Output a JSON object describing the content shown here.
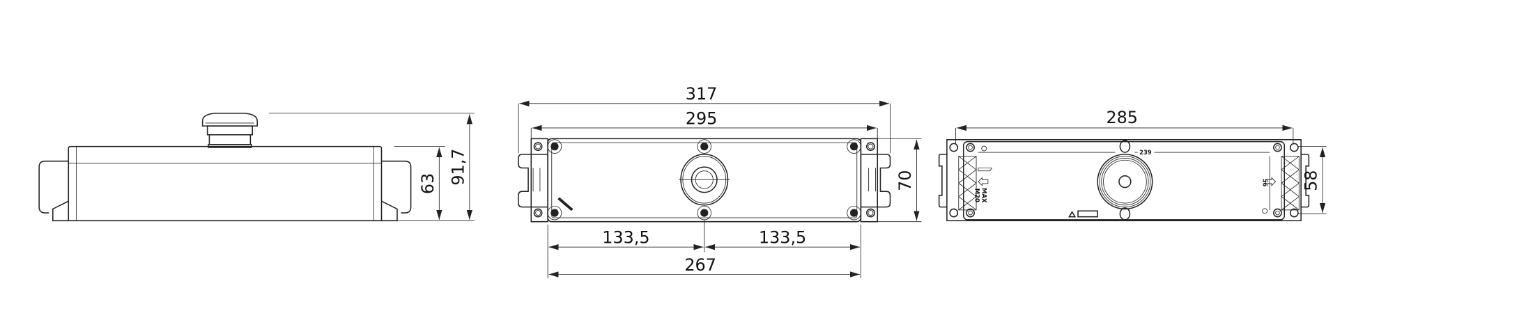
{
  "drawing": {
    "line_color": "#222222",
    "background": "#ffffff",
    "side_view": {
      "dim_height_body": "63",
      "dim_height_total": "91,7"
    },
    "front_view": {
      "dim_overall_width": "317",
      "dim_ear_width": "295",
      "dim_height": "70",
      "dim_half_left": "133,5",
      "dim_half_right": "133,5",
      "dim_hole_spacing": "267"
    },
    "back_view": {
      "dim_width": "285",
      "dim_height": "58",
      "dim_inner_length": "239",
      "dim_inner_height": "56",
      "label_max": "MAX",
      "label_m20": "M20"
    }
  }
}
